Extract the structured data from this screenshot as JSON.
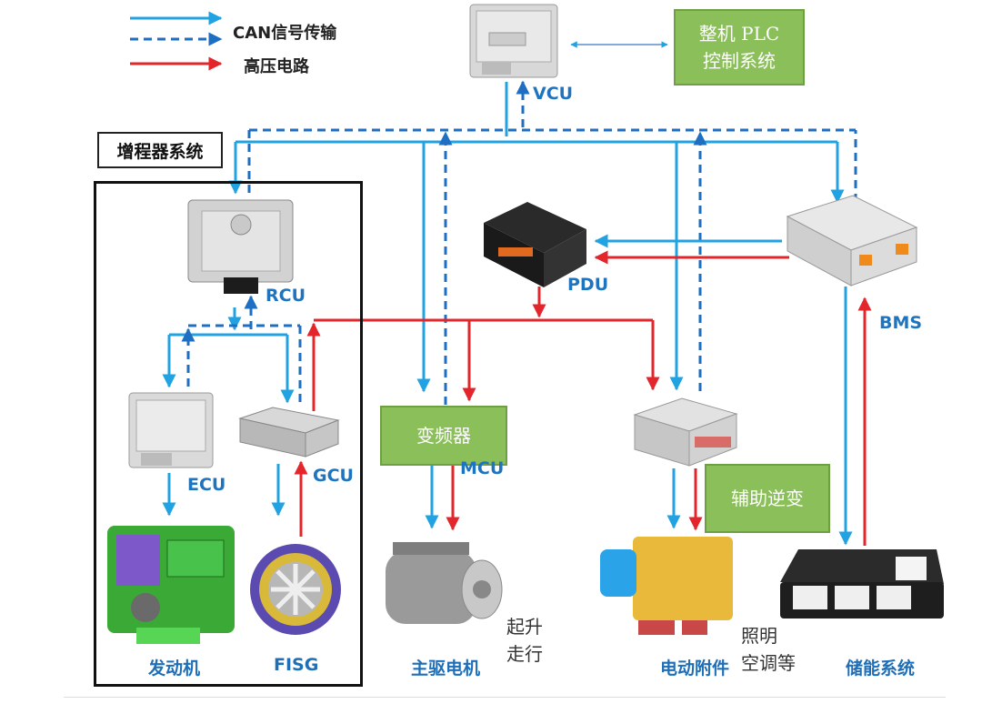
{
  "legend": {
    "can_label": "CAN信号传输",
    "hv_label": "高压电路"
  },
  "colors": {
    "can": "#21a3e3",
    "can_dashed": "#1e6fc2",
    "hv": "#e3262b",
    "green_box": "#8bbf5a"
  },
  "labels": {
    "vcu": "VCU",
    "plc": [
      "整机 PLC",
      "控制系统"
    ],
    "range_extender": "增程器系统",
    "rcu": "RCU",
    "pdu": "PDU",
    "bms": "BMS",
    "ecu": "ECU",
    "gcu": "GCU",
    "inverter": "变频器",
    "mcu": "MCU",
    "aux_inverter": "辅助逆变",
    "engine": "发动机",
    "fisg": "FISG",
    "main_motor": "主驱电机",
    "lift_travel": [
      "起升",
      "走行"
    ],
    "accessories": "电动附件",
    "lighting_ac": [
      "照明",
      "空调等"
    ],
    "storage": "储能系统"
  },
  "icons": [
    "vcu-controller-icon",
    "rcu-controller-icon",
    "pdu-box-icon",
    "bms-box-icon",
    "ecu-controller-icon",
    "gcu-box-icon",
    "aux-inverter-box-icon",
    "engine-icon",
    "fisg-generator-icon",
    "main-motor-icon",
    "accessory-pump-icon",
    "battery-pack-icon"
  ]
}
